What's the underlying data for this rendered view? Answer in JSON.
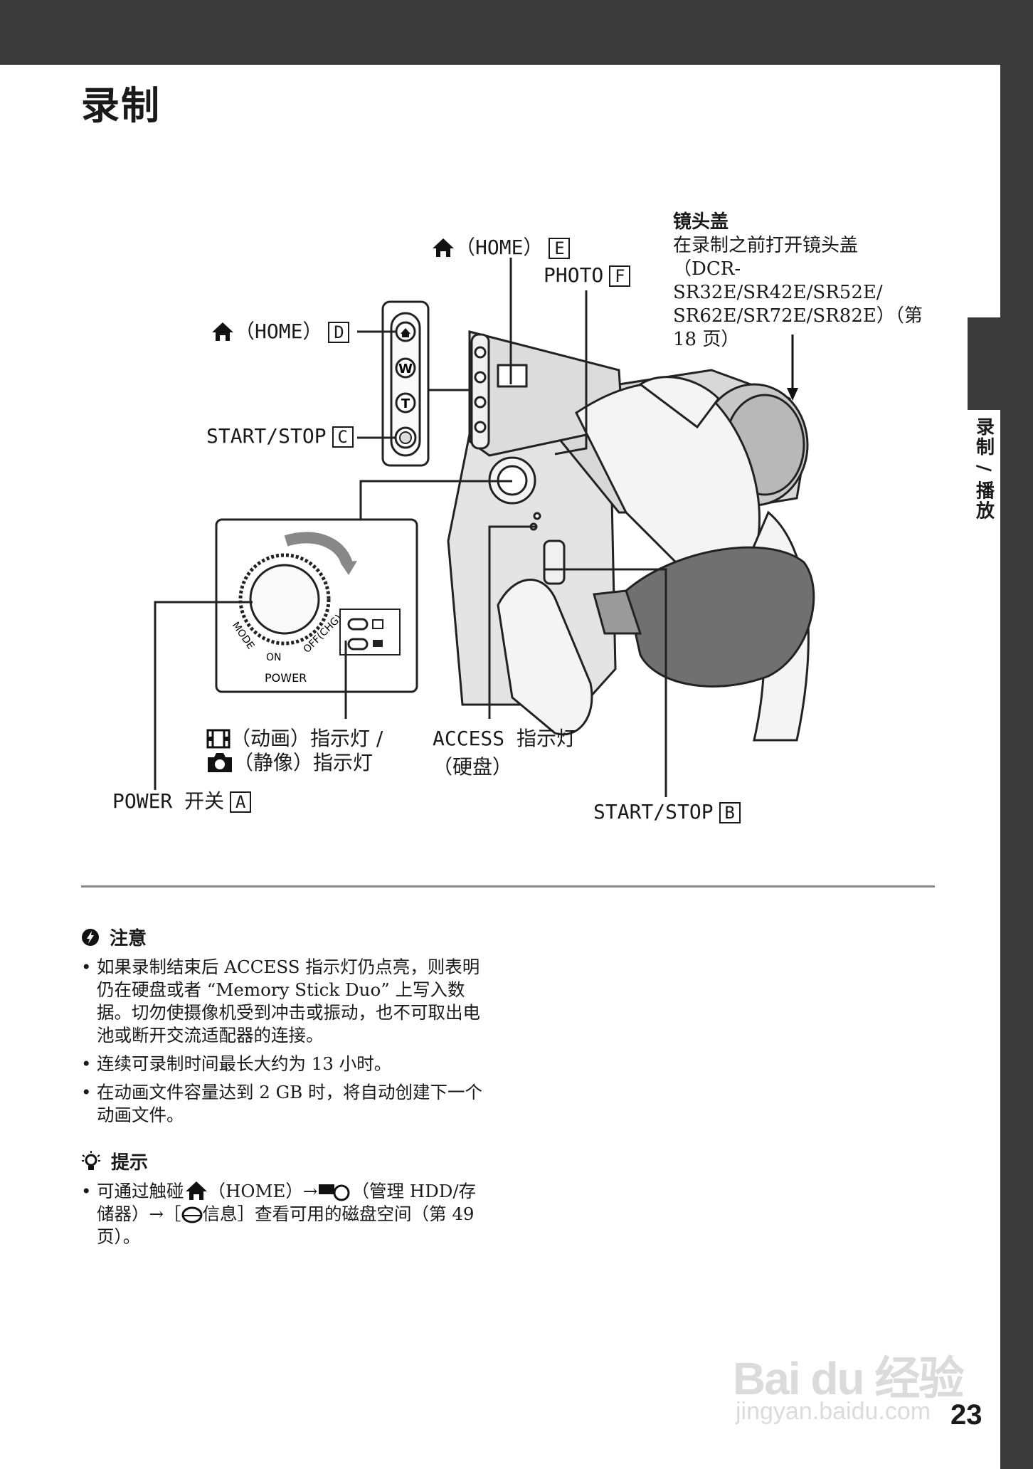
{
  "page": {
    "title": "录制",
    "side_tab": "录制 / 播放",
    "page_number": "23"
  },
  "labels": {
    "home_e": "（HOME）",
    "home_e_letter": "E",
    "photo": "PHOTO",
    "photo_letter": "F",
    "home_d": "（HOME）",
    "home_d_letter": "D",
    "startstop_c": "START/STOP",
    "startstop_c_letter": "C",
    "lens_cover_title": "镜头盖",
    "lens_cover_line1": "在录制之前打开镜头盖",
    "lens_cover_line2": "（DCR-SR32E/SR42E/SR52E/",
    "lens_cover_line3": "SR62E/SR72E/SR82E）（第",
    "lens_cover_line4": "18 页）",
    "movie_indicator": "（动画）指示灯 /",
    "still_indicator": "（静像）指示灯",
    "access_line1": "ACCESS 指示灯",
    "access_line2": "（硬盘）",
    "power_switch": "POWER 开关",
    "power_letter": "A",
    "startstop_b": "START/STOP",
    "startstop_b_letter": "B",
    "dial_mode": "MODE",
    "dial_on": "ON",
    "dial_off": "OFF(CHG)",
    "dial_power": "POWER",
    "btn_w": "W",
    "btn_t": "T"
  },
  "notes": {
    "caution_title": "注意",
    "caution_items": [
      "如果录制结束后 ACCESS 指示灯仍点亮，则表明仍在硬盘或者 “Memory Stick Duo” 上写入数据。切勿使摄像机受到冲击或振动，也不可取出电池或断开交流适配器的连接。",
      "连续可录制时间最长大约为 13 小时。",
      "在动画文件容量达到 2 GB 时，将自动创建下一个动画文件。"
    ],
    "tip_title": "提示",
    "tip_part1": "可通过触碰",
    "tip_part2": "（HOME）→",
    "tip_part3": "（管理 HDD/存储器）→［",
    "tip_part4": "信息］查看可用的磁盘空间（第 49 页）。"
  },
  "watermark": {
    "brand": "Bai du 经验",
    "url": "jingyan.baidu.com"
  }
}
